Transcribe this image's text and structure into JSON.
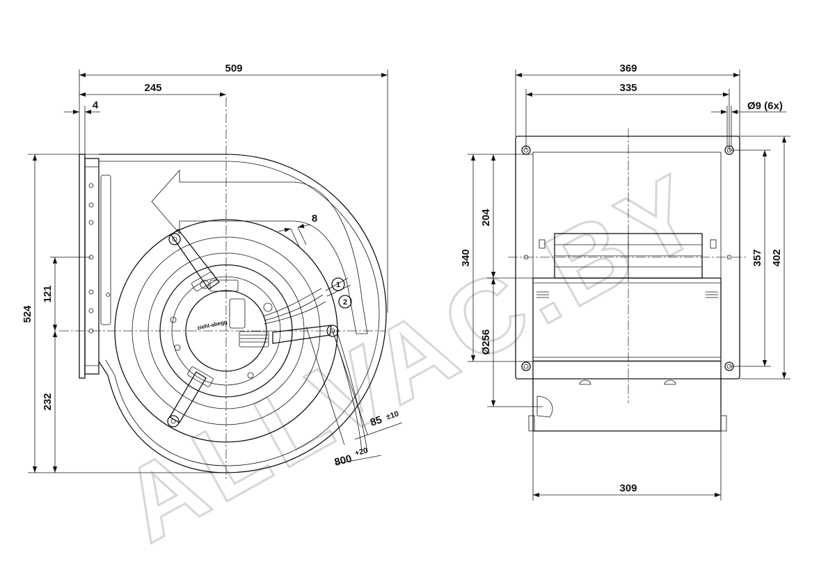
{
  "watermark": "ALLVAC.BY",
  "side_view": {
    "dims": {
      "overall_width": "509",
      "to_center": "245",
      "flange": "4",
      "overall_height": "524",
      "center_offset": "121",
      "center_to_bottom": "232",
      "wall": "8",
      "cable_short": "85",
      "cable_short_tol": "±10",
      "cable_long": "800",
      "cable_long_tol": "+20"
    },
    "callouts": [
      "1",
      "2"
    ],
    "motor_logo": "ziehl-abegg"
  },
  "front_view": {
    "dims": {
      "overall_width": "369",
      "hole_spacing": "335",
      "holes": "Ø9 (6x)",
      "outlet_height": "204",
      "flange_inner": "340",
      "hole_vertical": "357",
      "overall_height": "402",
      "inlet_diameter": "Ø256",
      "housing_width": "309"
    }
  }
}
